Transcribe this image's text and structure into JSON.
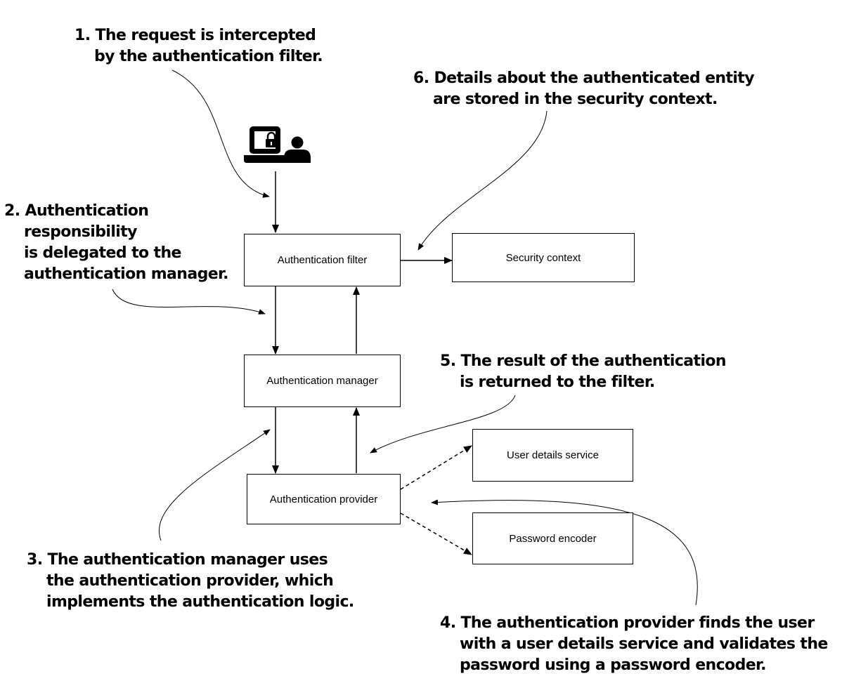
{
  "diagram": {
    "boxes": {
      "authentication_filter": "Authentication filter",
      "security_context": "Security context",
      "authentication_manager": "Authentication manager",
      "authentication_provider": "Authentication provider",
      "user_details_service": "User details service",
      "password_encoder": "Password encoder"
    },
    "icons": {
      "client": "laptop-lock-user-icon"
    },
    "annotations": {
      "step1": [
        "1. The request is intercepted",
        "by the authentication filter."
      ],
      "step2": [
        "2. Authentication",
        "responsibility",
        "is delegated to the",
        "authentication manager."
      ],
      "step3": [
        "3. The authentication manager uses",
        "the authentication provider, which",
        "implements the authentication logic."
      ],
      "step4": [
        "4. The authentication provider finds the user",
        "with a user details service and validates the",
        "password using a password encoder."
      ],
      "step5": [
        "5. The result of the authentication",
        "is returned to the filter."
      ],
      "step6": [
        "6. Details about the authenticated entity",
        "are stored in the security context."
      ]
    }
  }
}
